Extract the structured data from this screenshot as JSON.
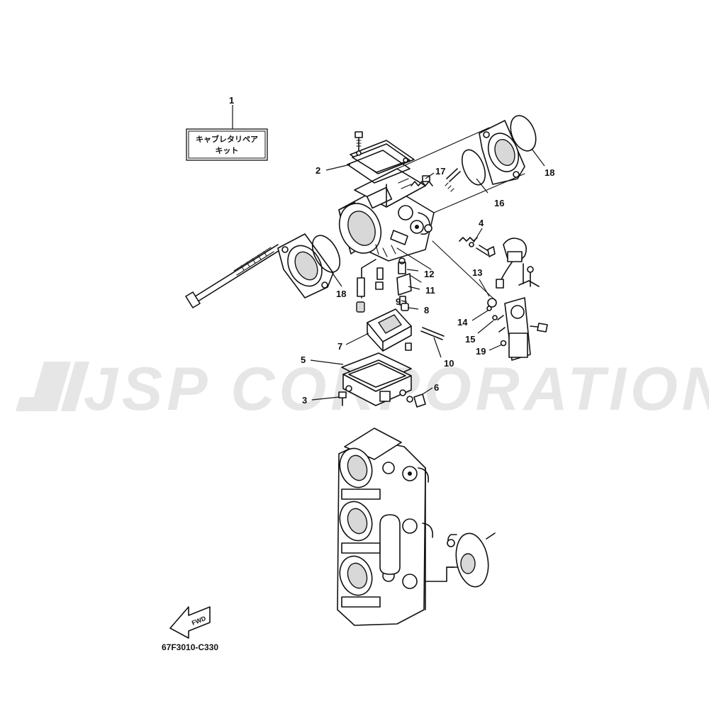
{
  "watermark": {
    "text": "JSP CORPORATION"
  },
  "kit_label": {
    "line1": "キャブレタリペア",
    "line2": "キット"
  },
  "diagram_code": "67F3010-C330",
  "fwd_label": "FWD",
  "callouts": {
    "c1": "1",
    "c2": "2",
    "c3": "3",
    "c4": "4",
    "c5": "5",
    "c6": "6",
    "c7": "7",
    "c8": "8",
    "c9": "9",
    "c10": "10",
    "c11": "11",
    "c12": "12",
    "c13": "13",
    "c14": "14",
    "c15": "15",
    "c16": "16",
    "c17": "17",
    "c18a": "18",
    "c18b": "18",
    "c19": "19"
  }
}
